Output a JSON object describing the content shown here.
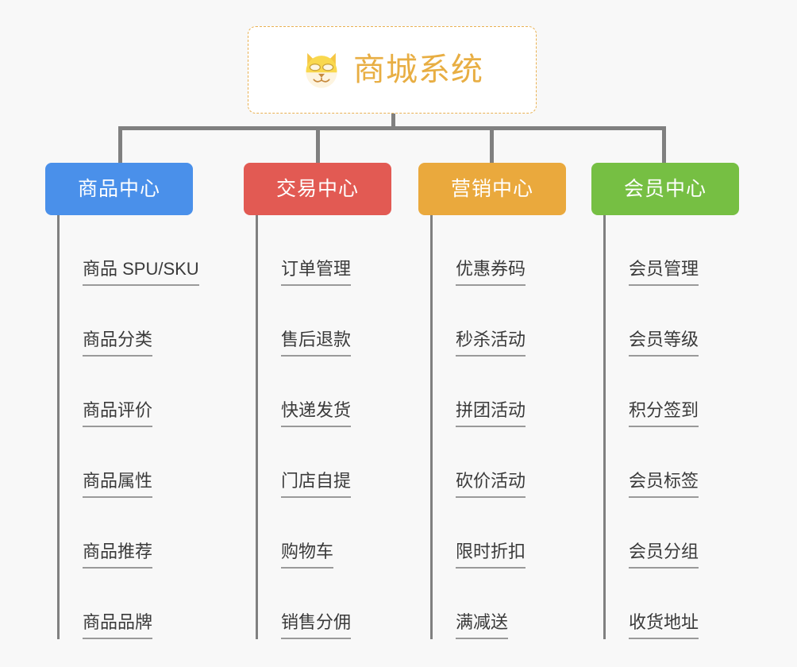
{
  "root": {
    "title": "商城系统",
    "icon": "dog-face-emoji",
    "border_color": "#e9b152",
    "title_color": "#e8ae43"
  },
  "canvas": {
    "background_color": "#f8f8f8",
    "connector_color": "#808080"
  },
  "categories": [
    {
      "label": "商品中心",
      "color": "#4a90ea",
      "items": [
        "商品 SPU/SKU",
        "商品分类",
        "商品评价",
        "商品属性",
        "商品推荐",
        "商品品牌"
      ]
    },
    {
      "label": "交易中心",
      "color": "#e25a53",
      "items": [
        "订单管理",
        "售后退款",
        "快递发货",
        "门店自提",
        "购物车",
        "销售分佣"
      ]
    },
    {
      "label": "营销中心",
      "color": "#eaa93d",
      "items": [
        "优惠券码",
        "秒杀活动",
        "拼团活动",
        "砍价活动",
        "限时折扣",
        "满减送"
      ]
    },
    {
      "label": "会员中心",
      "color": "#76bf43",
      "items": [
        "会员管理",
        "会员等级",
        "积分签到",
        "会员标签",
        "会员分组",
        "收货地址"
      ]
    }
  ]
}
